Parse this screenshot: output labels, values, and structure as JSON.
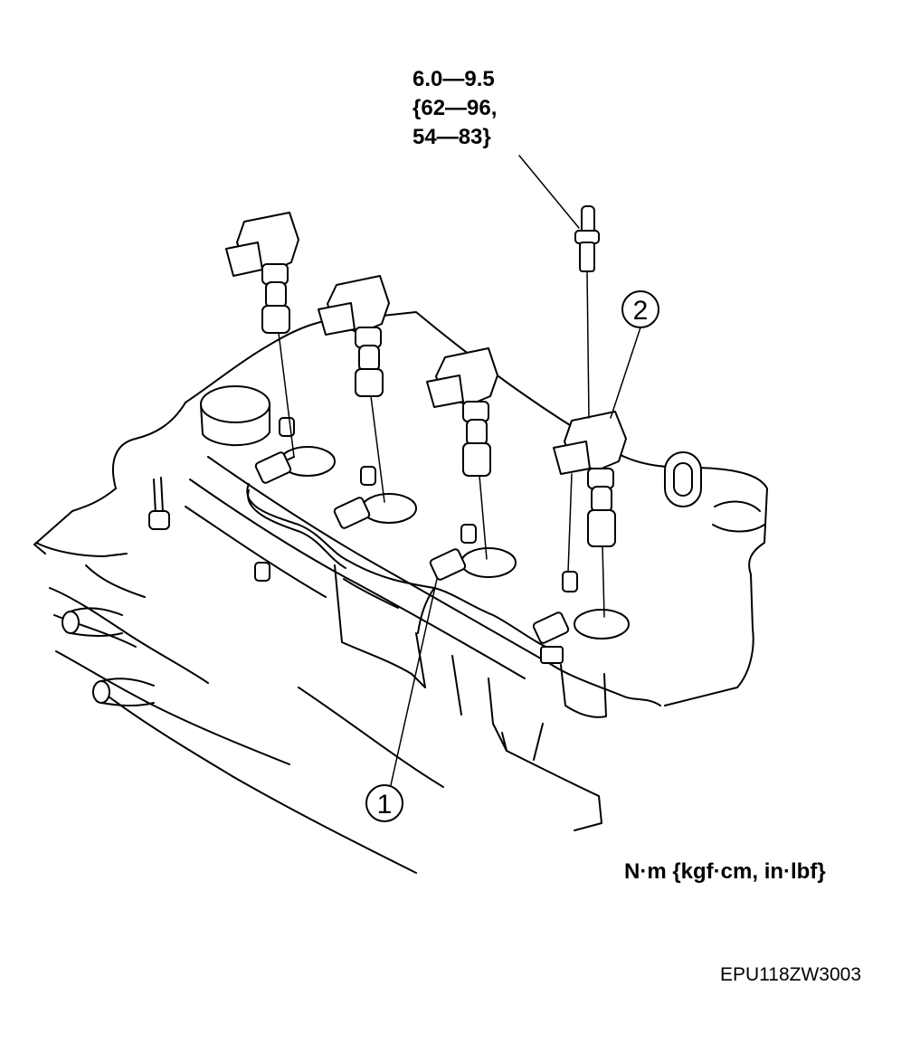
{
  "torque_spec": {
    "line1": "6.0—9.5",
    "line2": "{62—96,",
    "line3": "54—83}"
  },
  "callouts": {
    "one": "1",
    "two": "2"
  },
  "units": "N·m {kgf·cm, in·lbf}",
  "figure_code": "EPU118ZW3003",
  "colors": {
    "ink": "#000000",
    "paper": "#ffffff"
  },
  "icons": {
    "coil": "ignition-coil-icon",
    "bolt": "stud-bolt-icon",
    "engine": "engine-head-icon"
  }
}
